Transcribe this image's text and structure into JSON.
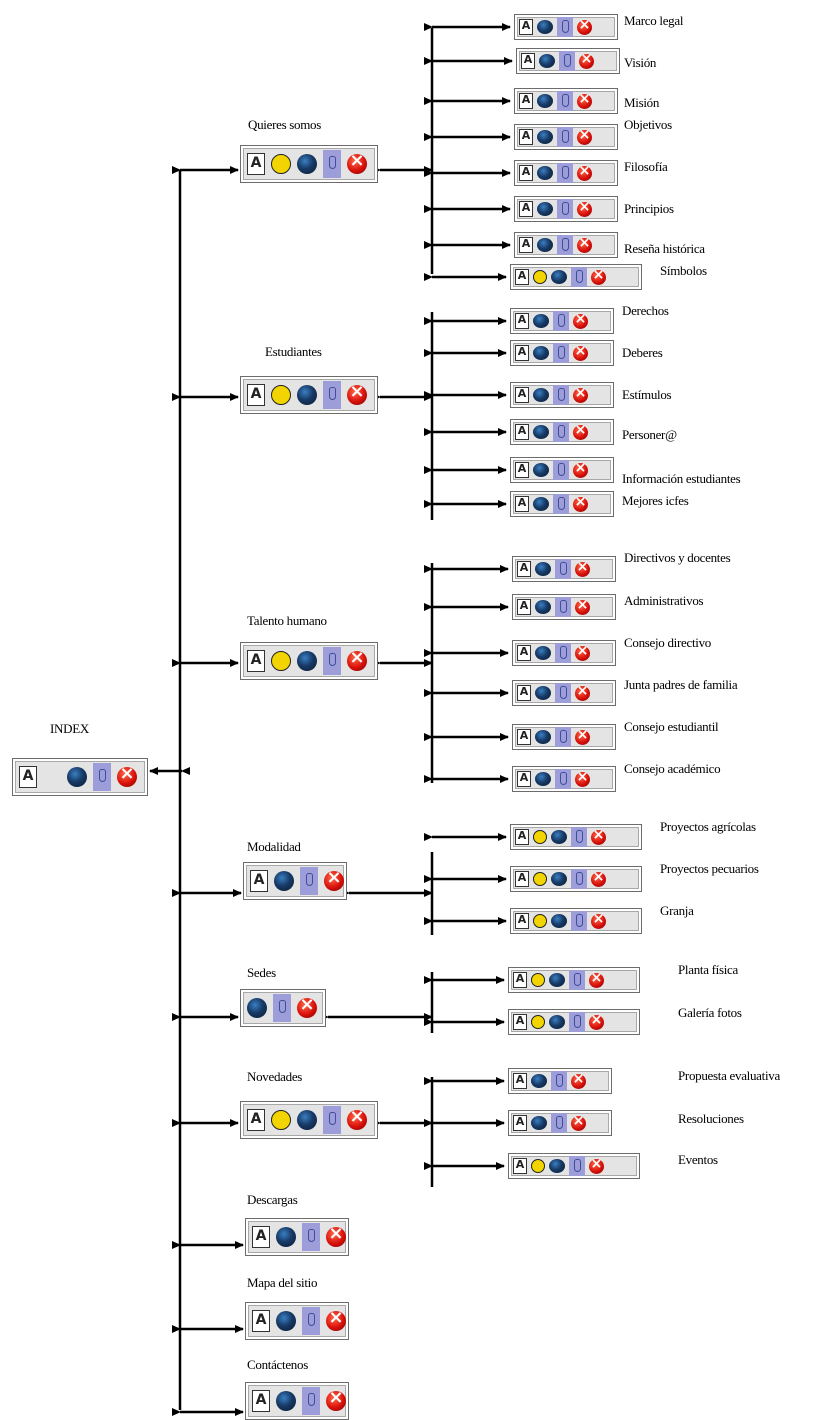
{
  "root": {
    "label": "INDEX",
    "icons": [
      "doc-icon",
      "image-icon",
      "globe-icon",
      "hand-icon",
      "close-icon"
    ]
  },
  "sections": [
    {
      "label": "Quieres somos",
      "icons": [
        "doc-icon",
        "face-icon",
        "globe-icon",
        "hand-icon",
        "close-icon"
      ],
      "children": [
        {
          "label": "Marco legal",
          "icons": [
            "doc-icon",
            "globe-icon",
            "hand-icon",
            "close-icon"
          ]
        },
        {
          "label": "Visión",
          "icons": [
            "doc-icon",
            "globe-icon",
            "hand-icon",
            "close-icon"
          ]
        },
        {
          "label": "Misión",
          "icons": [
            "doc-icon",
            "globe-icon",
            "hand-icon",
            "close-icon"
          ]
        },
        {
          "label": "Objetivos",
          "icons": [
            "doc-icon",
            "globe-icon",
            "hand-icon",
            "close-icon"
          ]
        },
        {
          "label": "Filosofía",
          "icons": [
            "doc-icon",
            "globe-icon",
            "hand-icon",
            "close-icon"
          ]
        },
        {
          "label": "Principios",
          "icons": [
            "doc-icon",
            "globe-icon",
            "hand-icon",
            "close-icon"
          ]
        },
        {
          "label": "Reseña histórica",
          "icons": [
            "doc-icon",
            "globe-icon",
            "hand-icon",
            "close-icon"
          ]
        },
        {
          "label": "Símbolos",
          "icons": [
            "doc-icon",
            "face-icon",
            "globe-icon",
            "hand-icon",
            "close-icon"
          ]
        }
      ]
    },
    {
      "label": "Estudiantes",
      "icons": [
        "doc-icon",
        "face-icon",
        "globe-icon",
        "hand-icon",
        "close-icon"
      ],
      "children": [
        {
          "label": "Derechos",
          "icons": [
            "doc-icon",
            "globe-icon",
            "hand-icon",
            "close-icon"
          ]
        },
        {
          "label": "Deberes",
          "icons": [
            "doc-icon",
            "globe-icon",
            "hand-icon",
            "close-icon"
          ]
        },
        {
          "label": "Estímulos",
          "icons": [
            "doc-icon",
            "globe-icon",
            "hand-icon",
            "close-icon"
          ]
        },
        {
          "label": "Personer@",
          "icons": [
            "doc-icon",
            "globe-icon",
            "hand-icon",
            "close-icon"
          ]
        },
        {
          "label": "Información estudiantes",
          "icons": [
            "doc-icon",
            "globe-icon",
            "hand-icon",
            "close-icon"
          ]
        },
        {
          "label": "Mejores icfes",
          "icons": [
            "doc-icon",
            "globe-icon",
            "hand-icon",
            "close-icon"
          ]
        }
      ]
    },
    {
      "label": "Talento humano",
      "icons": [
        "doc-icon",
        "face-icon",
        "globe-icon",
        "hand-icon",
        "close-icon"
      ],
      "children": [
        {
          "label": "Directivos y docentes",
          "icons": [
            "doc-icon",
            "globe-icon",
            "hand-icon",
            "close-icon"
          ]
        },
        {
          "label": "Administrativos",
          "icons": [
            "doc-icon",
            "globe-icon",
            "hand-icon",
            "close-icon"
          ]
        },
        {
          "label": "Consejo directivo",
          "icons": [
            "doc-icon",
            "globe-icon",
            "hand-icon",
            "close-icon"
          ]
        },
        {
          "label": "Junta padres de familia",
          "icons": [
            "doc-icon",
            "globe-icon",
            "hand-icon",
            "close-icon"
          ]
        },
        {
          "label": "Consejo estudiantil",
          "icons": [
            "doc-icon",
            "globe-icon",
            "hand-icon",
            "close-icon"
          ]
        },
        {
          "label": "Consejo académico",
          "icons": [
            "doc-icon",
            "globe-icon",
            "hand-icon",
            "close-icon"
          ]
        }
      ]
    },
    {
      "label": "Modalidad",
      "icons": [
        "doc-icon",
        "globe-icon",
        "hand-icon",
        "close-icon"
      ],
      "children": [
        {
          "label": "Proyectos agrícolas",
          "icons": [
            "doc-icon",
            "face-icon",
            "globe-icon",
            "hand-icon",
            "close-icon"
          ]
        },
        {
          "label": "Proyectos pecuarios",
          "icons": [
            "doc-icon",
            "face-icon",
            "globe-icon",
            "hand-icon",
            "close-icon"
          ]
        },
        {
          "label": "Granja",
          "icons": [
            "doc-icon",
            "face-icon",
            "globe-icon",
            "hand-icon",
            "close-icon"
          ]
        }
      ]
    },
    {
      "label": "Sedes",
      "icons": [
        "globe-icon",
        "hand-icon",
        "close-icon"
      ],
      "children": [
        {
          "label": "Planta física",
          "icons": [
            "doc-icon",
            "face-icon",
            "globe-icon",
            "hand-icon",
            "close-icon"
          ]
        },
        {
          "label": "Galería fotos",
          "icons": [
            "doc-icon",
            "face-icon",
            "globe-icon",
            "hand-icon",
            "close-icon"
          ]
        }
      ]
    },
    {
      "label": "Novedades",
      "icons": [
        "doc-icon",
        "face-icon",
        "globe-icon",
        "hand-icon",
        "close-icon"
      ],
      "children": [
        {
          "label": "Propuesta evaluativa",
          "icons": [
            "doc-icon",
            "globe-icon",
            "hand-icon",
            "close-icon"
          ]
        },
        {
          "label": "Resoluciones",
          "icons": [
            "doc-icon",
            "globe-icon",
            "hand-icon",
            "close-icon"
          ]
        },
        {
          "label": "Eventos",
          "icons": [
            "doc-icon",
            "face-icon",
            "globe-icon",
            "hand-icon",
            "close-icon"
          ]
        }
      ]
    },
    {
      "label": "Descargas",
      "icons": [
        "doc-icon",
        "globe-icon",
        "hand-icon",
        "close-icon"
      ],
      "children": []
    },
    {
      "label": "Mapa del sitio",
      "icons": [
        "doc-icon",
        "globe-icon",
        "hand-icon",
        "close-icon"
      ],
      "children": []
    },
    {
      "label": "Contáctenos",
      "icons": [
        "doc-icon",
        "globe-icon",
        "hand-icon",
        "close-icon"
      ],
      "children": []
    }
  ]
}
